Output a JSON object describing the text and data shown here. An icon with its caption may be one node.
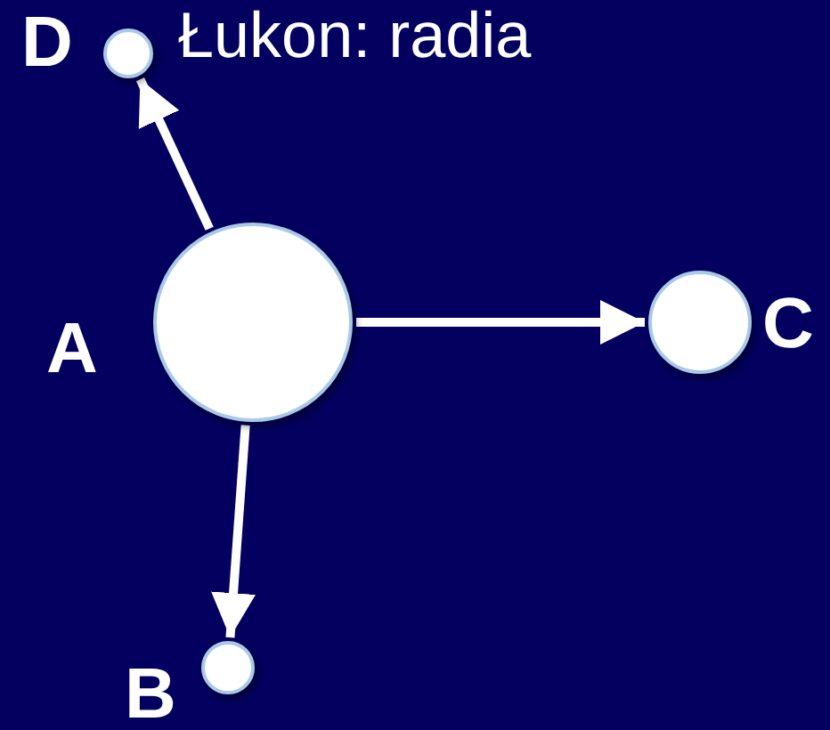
{
  "diagram": {
    "title": "Łukon: radia",
    "nodes": [
      {
        "text": [],
        "shape": "circle",
        "beside": [
          "A"
        ]
      },
      {
        "text": [],
        "shape": "circle",
        "beside": [
          "D"
        ]
      },
      {
        "text": [],
        "shape": "circle",
        "beside": [
          "C"
        ]
      },
      {
        "text": [],
        "shape": "circle",
        "beside": [
          "B"
        ]
      }
    ],
    "edges": [
      {
        "from": 0,
        "to": 1,
        "arrow": "to"
      },
      {
        "from": 0,
        "to": 2,
        "arrow": "to"
      },
      {
        "from": 0,
        "to": 3,
        "arrow": "to"
      }
    ]
  }
}
